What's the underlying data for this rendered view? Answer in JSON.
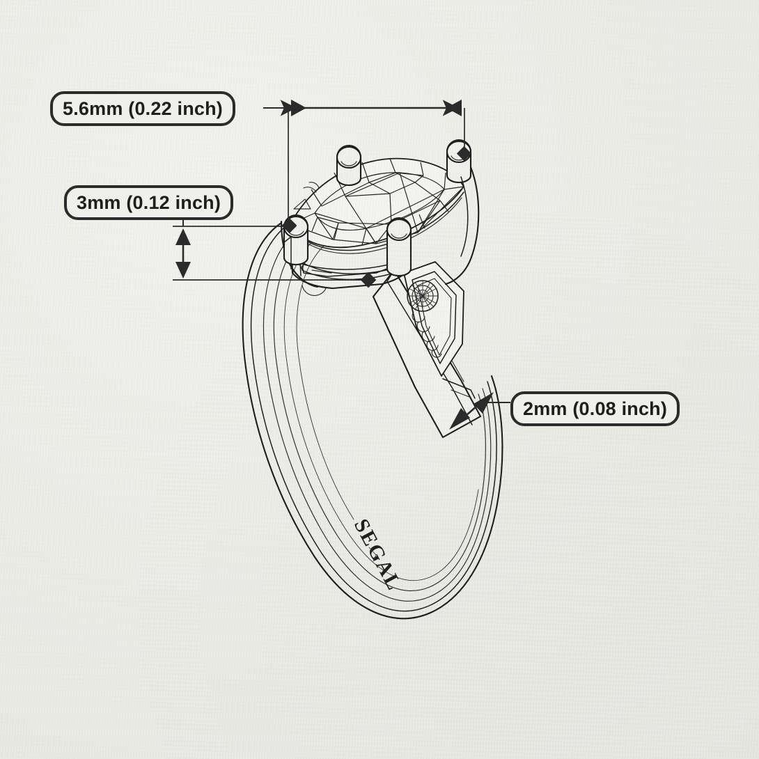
{
  "drawing": {
    "subject": "marquise-cut solitaire engagement ring technical drawing",
    "view": "three-quarter perspective",
    "background_color": "#eeeeea",
    "line_color": "#1d1d1d",
    "annotation_color": "#2b2b2b",
    "engraving_text": "SEGAL"
  },
  "annotations": [
    {
      "id": "width",
      "label": "5.6mm (0.22 inch)",
      "measures": "center stone width",
      "arrow_type": "double-headed-horizontal"
    },
    {
      "id": "height",
      "label": "3mm (0.12 inch)",
      "measures": "center stone height / setting depth",
      "arrow_type": "double-headed-vertical"
    },
    {
      "id": "band",
      "label": "2mm (0.08 inch)",
      "measures": "band width",
      "arrow_type": "double-headed-diagonal"
    }
  ],
  "components": {
    "center_stone": "marquise-cut gemstone",
    "prongs": "four-prong setting",
    "side_setting": "kite-shaped bezel with round brilliant accent stone",
    "band": "grooved multi-line shank"
  }
}
